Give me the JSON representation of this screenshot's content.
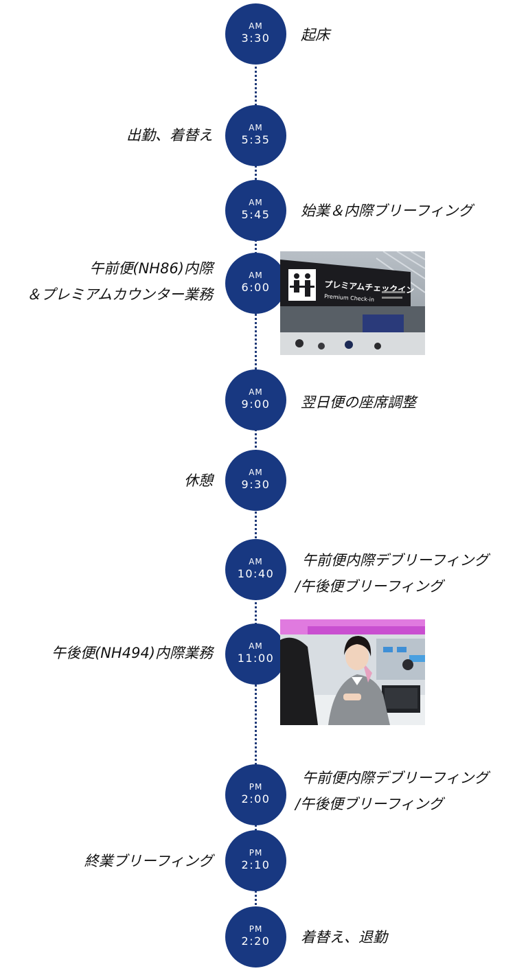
{
  "colors": {
    "circle": "#183881",
    "line": "#1f3a78",
    "text": "#111111"
  },
  "events": [
    {
      "ampm": "AM",
      "time": "3:30",
      "label": [
        "起床"
      ]
    },
    {
      "ampm": "AM",
      "time": "5:35",
      "label": [
        "出勤、着替え"
      ]
    },
    {
      "ampm": "AM",
      "time": "5:45",
      "label": [
        "始業＆内際ブリーフィング"
      ]
    },
    {
      "ampm": "AM",
      "time": "6:00",
      "label": [
        "午前便(NH86)内際",
        "＆プレミアムカウンター業務"
      ]
    },
    {
      "ampm": "AM",
      "time": "9:00",
      "label": [
        "翌日便の座席調整"
      ]
    },
    {
      "ampm": "AM",
      "time": "9:30",
      "label": [
        "休憩"
      ]
    },
    {
      "ampm": "AM",
      "time": "10:40",
      "label": [
        "午前便内際デブリーフィング",
        "/午後便ブリーフィング"
      ]
    },
    {
      "ampm": "AM",
      "time": "11:00",
      "label": [
        "午後便(NH494)内際業務"
      ]
    },
    {
      "ampm": "PM",
      "time": "2:00",
      "label": [
        "午前便内際デブリーフィング",
        "/午後便ブリーフィング"
      ]
    },
    {
      "ampm": "PM",
      "time": "2:10",
      "label": [
        "終業ブリーフィング"
      ]
    },
    {
      "ampm": "PM",
      "time": "2:20",
      "label": [
        "着替え、退勤"
      ]
    }
  ],
  "photos": {
    "checkin_sign_jp": "プレミアムチェックイン",
    "checkin_sign_en": "Premium Check-in"
  }
}
